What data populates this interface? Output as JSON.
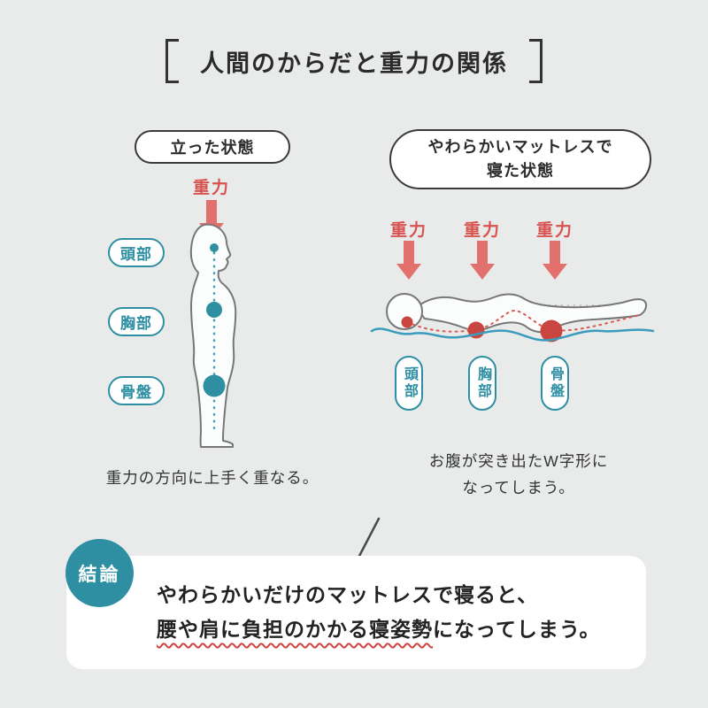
{
  "title": "人間のからだと重力の関係",
  "standing": {
    "state_label": "立った状態",
    "gravity_label": "重力",
    "body_parts": [
      "頭部",
      "胸部",
      "骨盤"
    ],
    "caption": "重力の方向に上手く重なる。"
  },
  "lying": {
    "state_label_line1": "やわらかいマットレスで",
    "state_label_line2": "寝た状態",
    "gravity_labels": [
      "重力",
      "重力",
      "重力"
    ],
    "body_parts": [
      "頭部",
      "胸部",
      "骨盤"
    ],
    "caption_line1": "お腹が突き出たW字形に",
    "caption_line2": "なってしまう。"
  },
  "conclusion": {
    "badge_label": "結論",
    "text_line1": "やわらかいだけのマットレスで寝ると、",
    "text_line2_emphasized": "腰や肩に負担のかかる寝姿勢",
    "text_line2_rest": "になってしまう。"
  },
  "colors": {
    "background": "#e9ebeb",
    "teal": "#2e8fa3",
    "gravity_red": "#d8534f",
    "arrow_red": "#e2716d",
    "dot_red": "#c9453f",
    "mattress_blue": "#3b9cbd",
    "text_dark": "#2b2b2b"
  }
}
